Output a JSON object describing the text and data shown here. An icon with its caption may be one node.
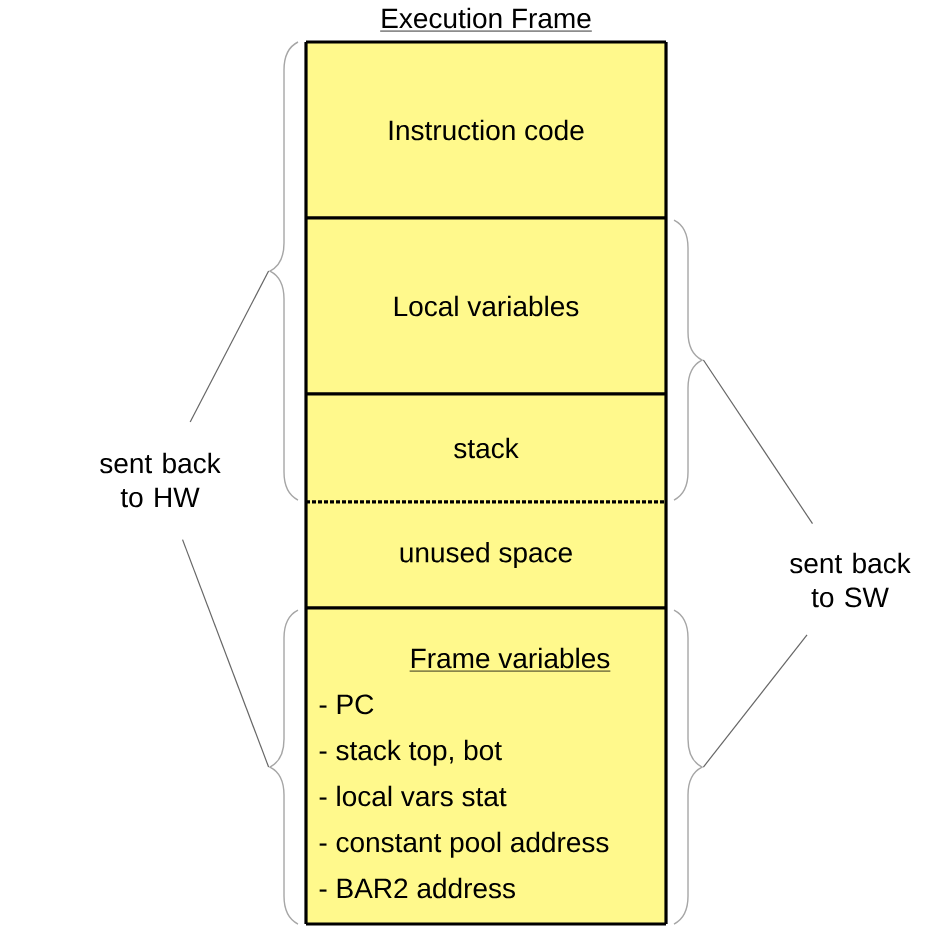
{
  "diagram": {
    "title": "Execution Frame",
    "nodes": [
      {
        "text": [
          "Instruction code"
        ]
      },
      {
        "text": [
          "Local variables"
        ]
      },
      {
        "text": [
          "stack"
        ]
      },
      {
        "text": [
          "unused space"
        ]
      },
      {
        "text": [
          "Frame variables",
          "- PC",
          "- stack top, bot",
          "- local vars stat",
          "- constant pool address",
          "- BAR2 address"
        ]
      },
      {
        "text": [
          "sent back to HW"
        ]
      },
      {
        "text": [
          "sent back to SW"
        ]
      },
      {
        "text": [],
        "shape": "brace"
      },
      {
        "text": [],
        "shape": "brace"
      },
      {
        "text": [],
        "shape": "brace"
      },
      {
        "text": [],
        "shape": "brace"
      }
    ],
    "edges": [
      {
        "from": 5,
        "to": 7,
        "arrow": "none"
      },
      {
        "from": 5,
        "to": 8,
        "arrow": "none"
      },
      {
        "from": 6,
        "to": 9,
        "arrow": "none"
      },
      {
        "from": 6,
        "to": 10,
        "arrow": "none"
      }
    ]
  }
}
